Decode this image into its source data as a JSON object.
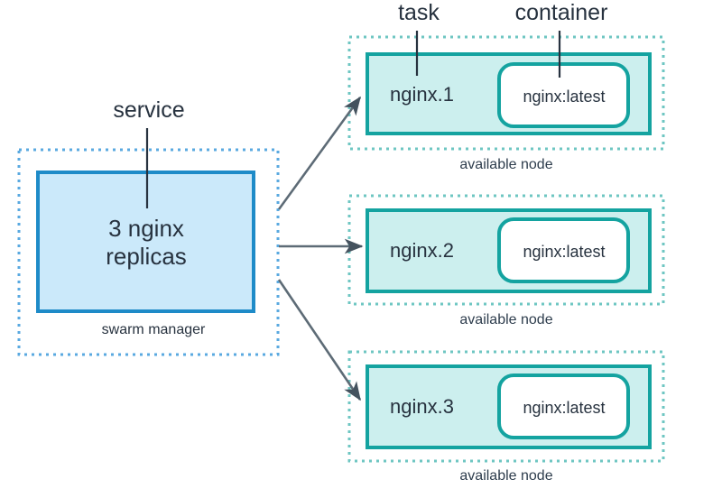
{
  "diagram": {
    "title_labels": {
      "service": "service",
      "task": "task",
      "container": "container"
    },
    "service": {
      "boundary_caption": "swarm manager",
      "box_line1": "3 nginx",
      "box_line2": "replicas",
      "box_fill": "#cbe9fa",
      "box_stroke": "#1e8bc8",
      "boundary_stroke": "#5aa9e0"
    },
    "nodes": [
      {
        "task_name": "nginx.1",
        "container_name": "nginx:latest",
        "caption": "available node"
      },
      {
        "task_name": "nginx.2",
        "container_name": "nginx:latest",
        "caption": "available node"
      },
      {
        "task_name": "nginx.3",
        "container_name": "nginx:latest",
        "caption": "available node"
      }
    ],
    "node_style": {
      "task_fill": "#ccefee",
      "task_stroke": "#14a3a0",
      "container_fill": "#ffffff",
      "container_stroke": "#14a3a0",
      "boundary_stroke": "#6ec6c2"
    },
    "arrow_color": "#5d6b76",
    "leader_color": "#27323f"
  }
}
